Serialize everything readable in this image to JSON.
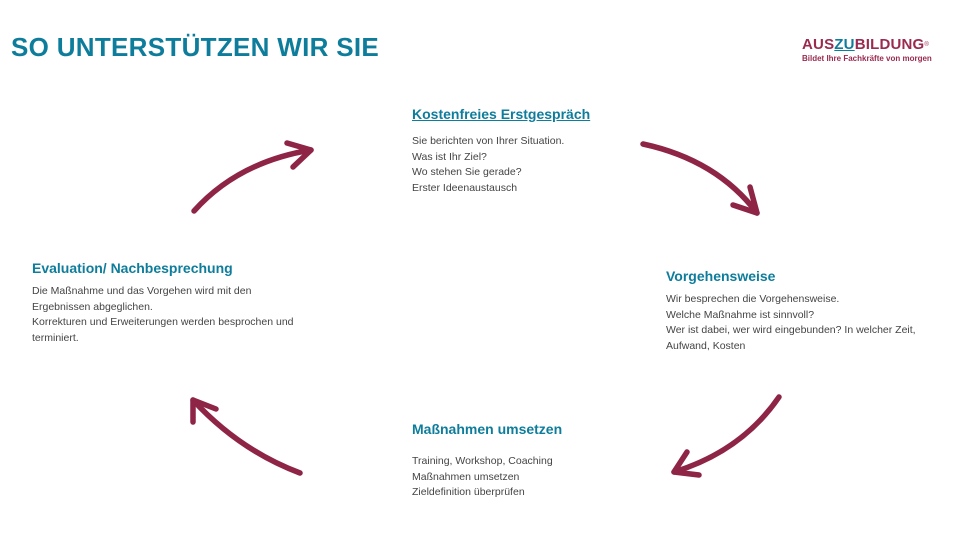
{
  "title": "SO UNTERSTÜTZEN WIR SIE",
  "logo": {
    "part1": "AUS",
    "part2": "ZU",
    "part3": "BILDUNG",
    "reg": "®",
    "tagline": "Bildet Ihre Fachkräfte von morgen"
  },
  "steps": [
    {
      "heading": "Kostenfreies Erstgespräch",
      "lines": [
        "Sie berichten von Ihrer Situation.",
        "Was ist Ihr Ziel?",
        "Wo stehen Sie gerade?",
        "Erster Ideenaustausch"
      ]
    },
    {
      "heading": "Vorgehensweise",
      "lines": [
        "Wir besprechen die Vorgehensweise.",
        "Welche Maßnahme ist sinnvoll?",
        "Wer ist dabei, wer wird eingebunden? In welcher Zeit,",
        "Aufwand, Kosten"
      ]
    },
    {
      "heading": "Maßnahmen umsetzen",
      "lines": [
        "Training, Workshop, Coaching",
        "Maßnahmen umsetzen",
        "Zieldefinition überprüfen"
      ]
    },
    {
      "heading": "Evaluation/ Nachbesprechung",
      "lines": [
        "Die Maßnahme und das Vorgehen wird mit den",
        "Ergebnissen abgeglichen.",
        "Korrekturen und Erweiterungen werden besprochen und",
        "terminiert."
      ]
    }
  ],
  "colors": {
    "title": "#0e7d9c",
    "arrow": "#8e2446",
    "brand": "#9a2a4f"
  }
}
